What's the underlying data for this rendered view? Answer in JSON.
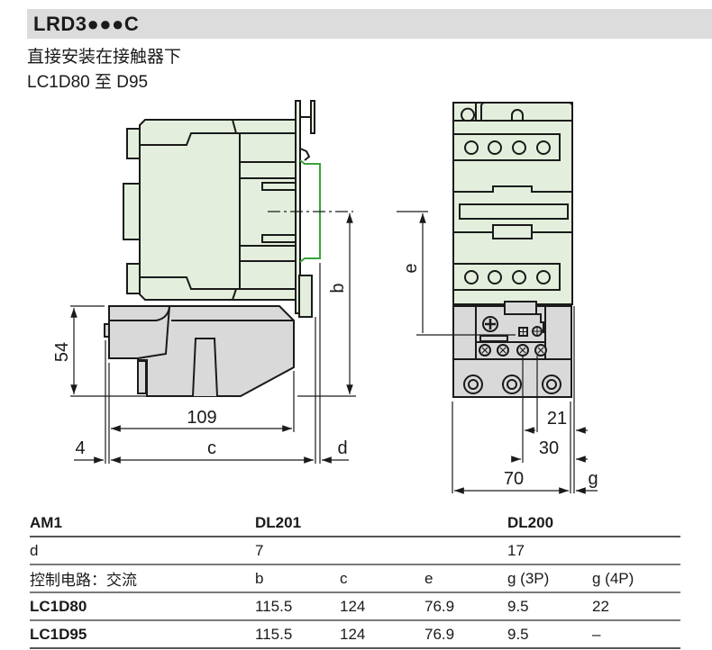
{
  "header": {
    "title": "LRD3●●●C",
    "subtitle_line1": "直接安装在接触器下",
    "subtitle_line2": "LC1D80 至 D95"
  },
  "diagram": {
    "side_view": {
      "dim_54": "54",
      "dim_109": "109",
      "dim_4": "4",
      "dim_c": "c",
      "dim_d": "d",
      "dim_b": "b"
    },
    "front_view": {
      "dim_e": "e",
      "dim_21": "21",
      "dim_30": "30",
      "dim_70": "70",
      "dim_g": "g"
    },
    "colors": {
      "contactor_fill": "#e3efdc",
      "relay_fill": "#d9d9d9",
      "outline": "#1a1a1a",
      "din_rail": "#3aa33a"
    }
  },
  "table": {
    "header": [
      "AM1",
      "DL201",
      "",
      "",
      "DL200",
      ""
    ],
    "rows": [
      [
        "d",
        "7",
        "",
        "",
        "17",
        ""
      ],
      [
        "控制电路：交流",
        "b",
        "c",
        "e",
        "g (3P)",
        "g (4P)"
      ],
      [
        "LC1D80",
        "115.5",
        "124",
        "76.9",
        "9.5",
        "22"
      ],
      [
        "LC1D95",
        "115.5",
        "124",
        "76.9",
        "9.5",
        "–"
      ]
    ]
  }
}
